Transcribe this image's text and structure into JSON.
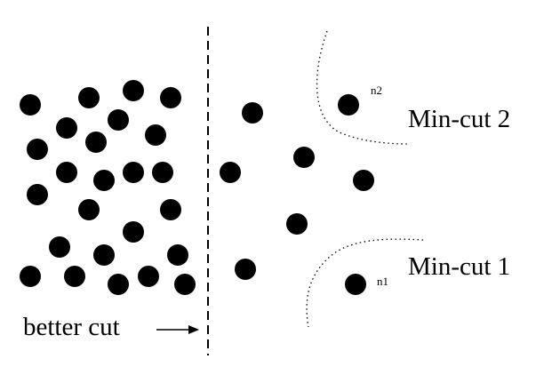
{
  "labels": {
    "mincut2": "Min-cut 2",
    "mincut1": "Min-cut 1",
    "n2": "n2",
    "n1": "n1",
    "better_cut": "better cut"
  },
  "colors": {
    "ink": "#000000",
    "background": "#ffffff"
  }
}
